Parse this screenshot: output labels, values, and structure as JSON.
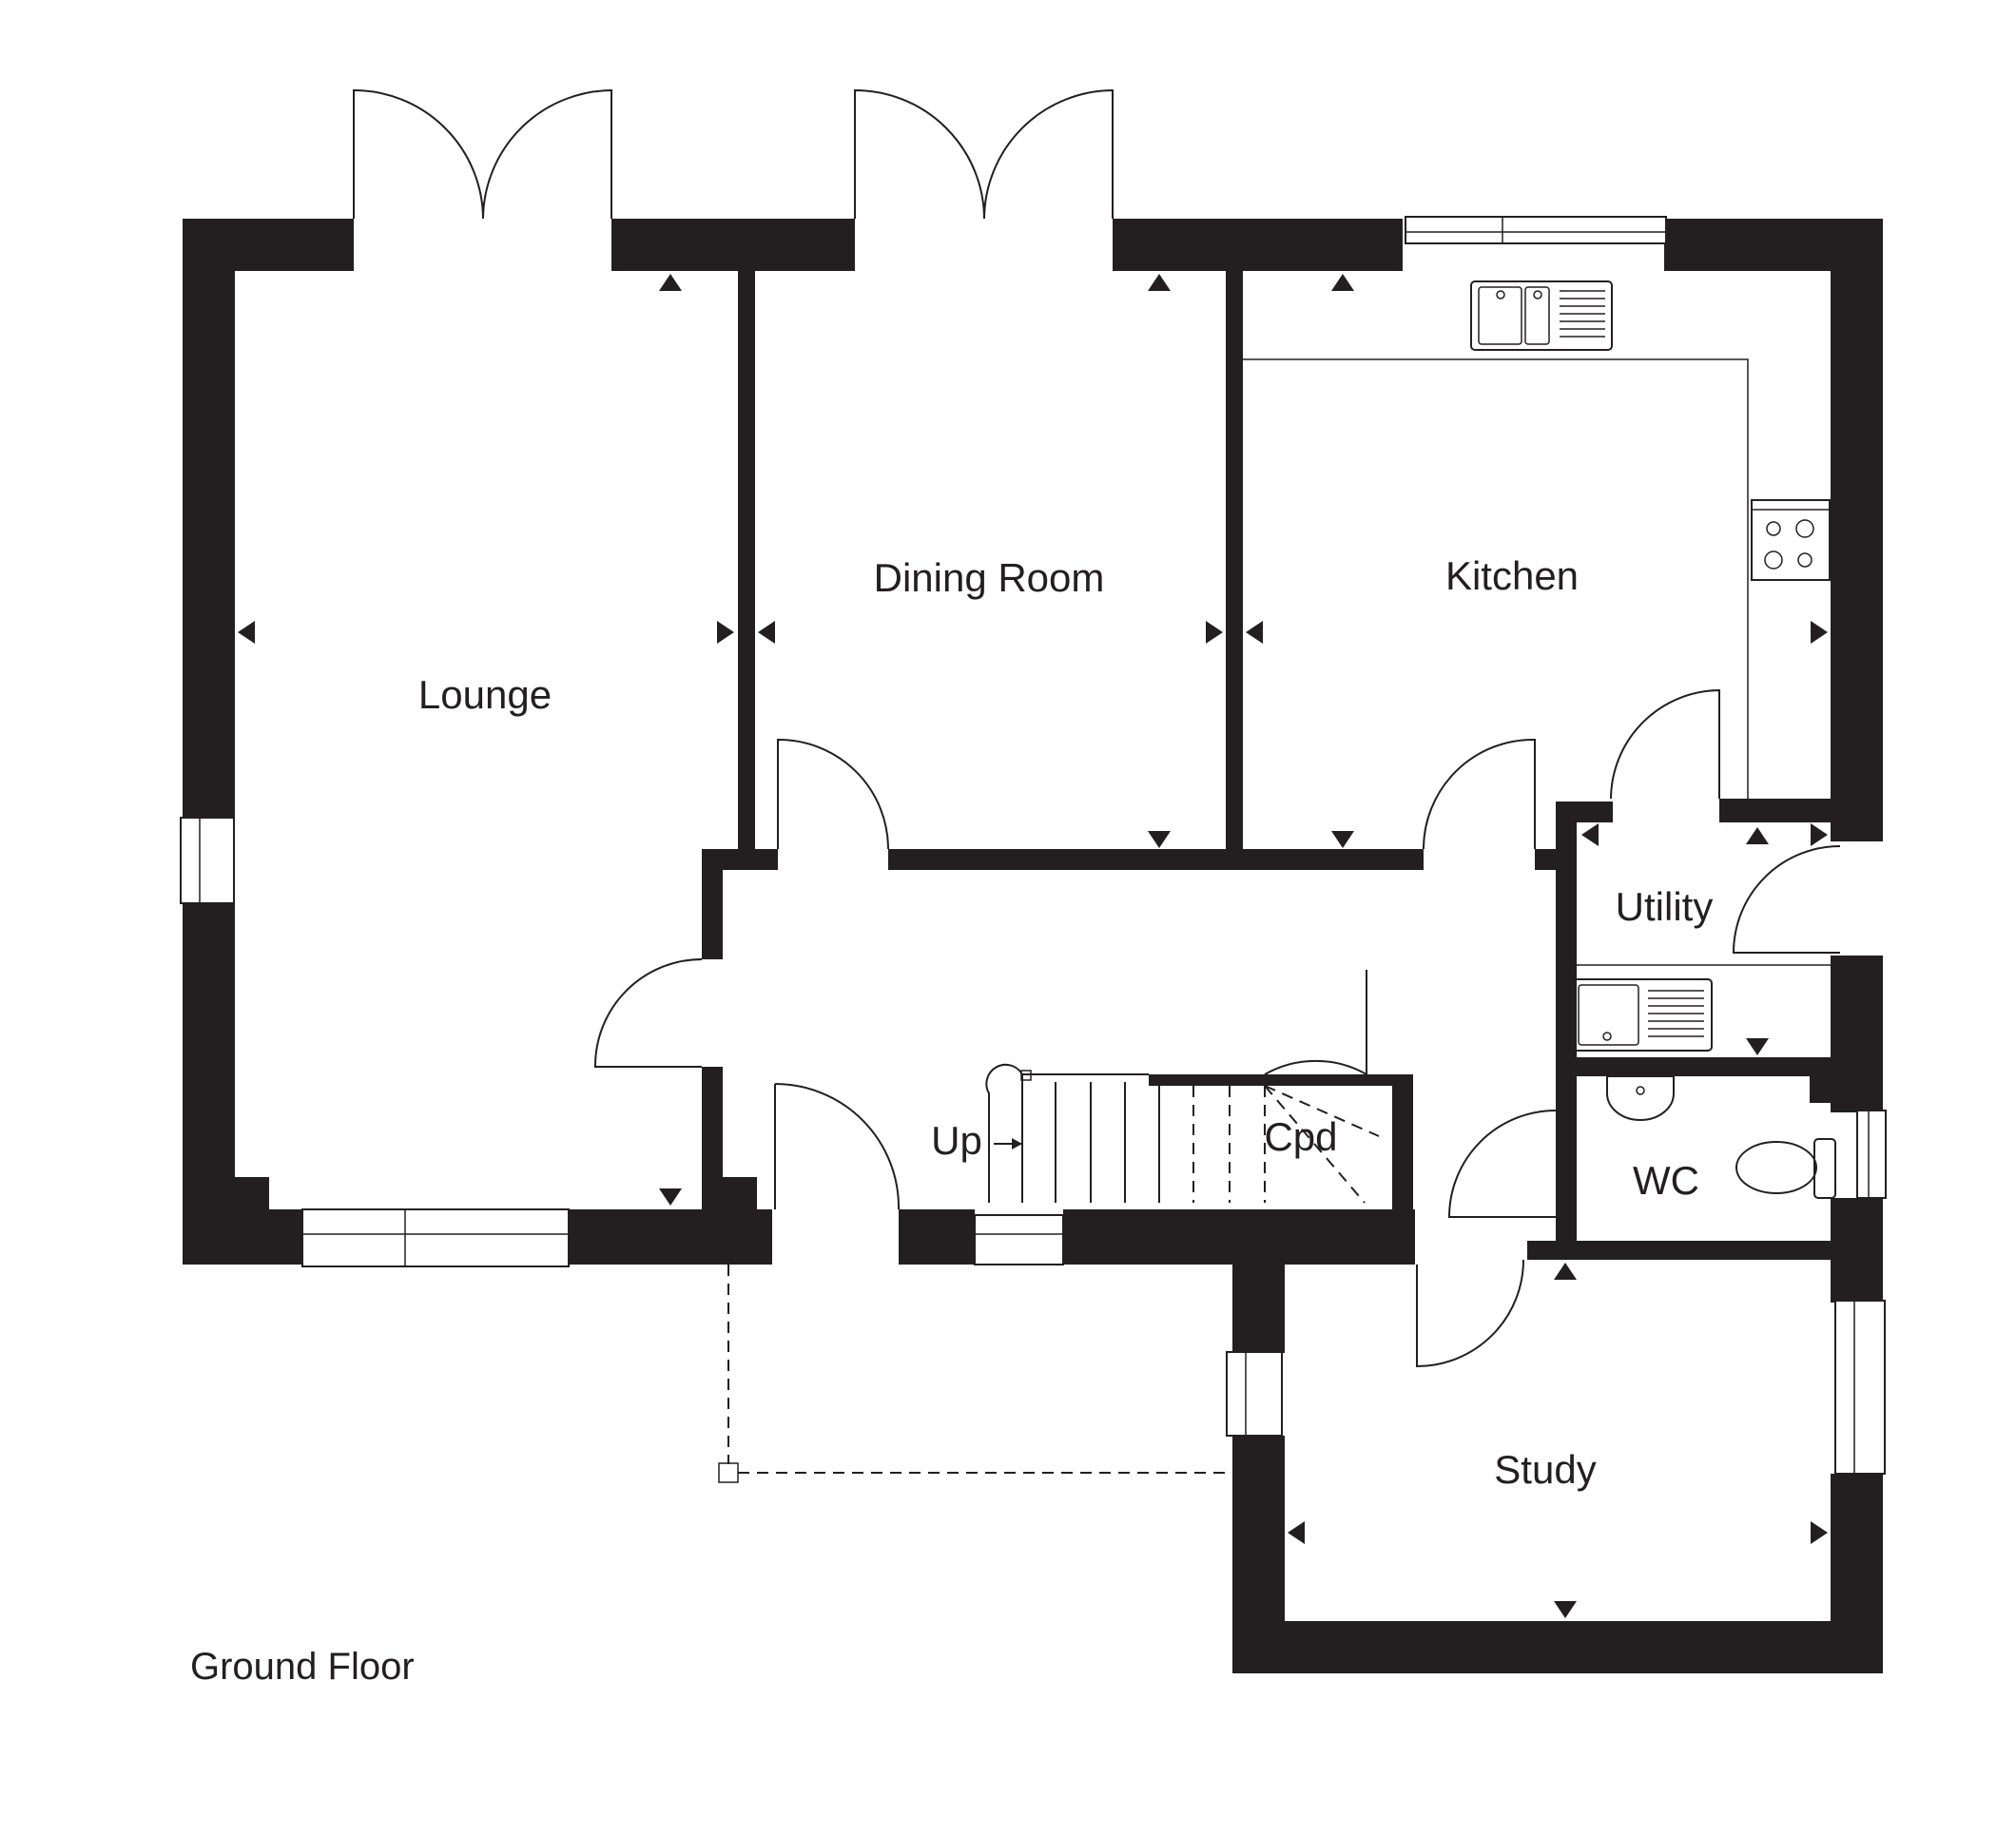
{
  "plan": {
    "floor_title": "Ground Floor",
    "rooms": {
      "lounge": "Lounge",
      "dining": "Dining Room",
      "kitchen": "Kitchen",
      "utility": "Utility",
      "wc": "WC",
      "study": "Study",
      "stairs": "Up",
      "cupboard": "Cpd"
    },
    "colors": {
      "wall": "#231f20",
      "background": "#ffffff"
    }
  }
}
